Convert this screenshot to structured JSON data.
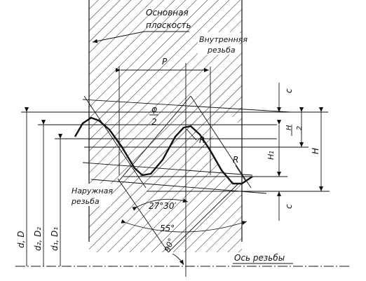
{
  "labels": {
    "main_plane": "Основная",
    "main_plane_2": "плоскость",
    "internal_thread": "Внутренняя",
    "internal_thread_2": "резьба",
    "external_thread": "Наружная",
    "external_thread_2": "резьба",
    "thread_axis": "Ось резьбы",
    "pitch": "P",
    "c_top": "c",
    "c_bottom": "c",
    "phi": "φ",
    "phi_den": "2",
    "h_half_num": "H",
    "h_half_den": "2",
    "h_full": "H",
    "h1": "H",
    "h1_sub": "1",
    "r1": "R",
    "r2": "R",
    "angle_2730": "27°30′",
    "angle_55": "55°",
    "angle_90": "90°",
    "d_D": "d, D",
    "d2_D2": "d₂, D₂",
    "d1_D1": "d₁, D₁"
  }
}
